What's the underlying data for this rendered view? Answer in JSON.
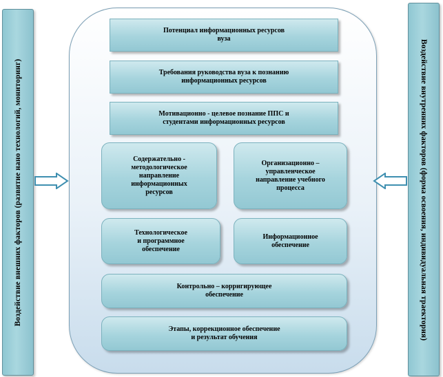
{
  "side_left": {
    "label": "Воздействие внешних факторов (развитие нано технологий, мониторинг)"
  },
  "side_right": {
    "label": "Воздействие внутренних факторов (форма освоения, индивидуальная траектория)"
  },
  "blocks": [
    {
      "text": "Потенциал  информационных  ресурсов\nвуза"
    },
    {
      "text": "Требования  руководства  вуза к познанию\nинформационных  ресурсов"
    },
    {
      "text": "Мотивационно   - целевое познание ППС  и\nстудентами  информационных  ресурсов"
    },
    {
      "text": "Содержательно  -\nметодологическое\nнаправление\nинформационных\nресурсов"
    },
    {
      "text": "Организационно  –\nуправленческое\nнаправление  учебного\nпроцесса"
    },
    {
      "text": "Технологическое\nи программное\nобеспечение"
    },
    {
      "text": "Информационное\nобеспечение"
    },
    {
      "text": "Контрольно   – корригирующее\nобеспечение"
    },
    {
      "text": "Этапы, коррекционное  обеспечение\nи результат  обучения"
    }
  ],
  "colors": {
    "box_fill": "#a6d4dd",
    "panel_fill": "#e9f1f8",
    "arrow_stroke": "#3e8fb0"
  }
}
